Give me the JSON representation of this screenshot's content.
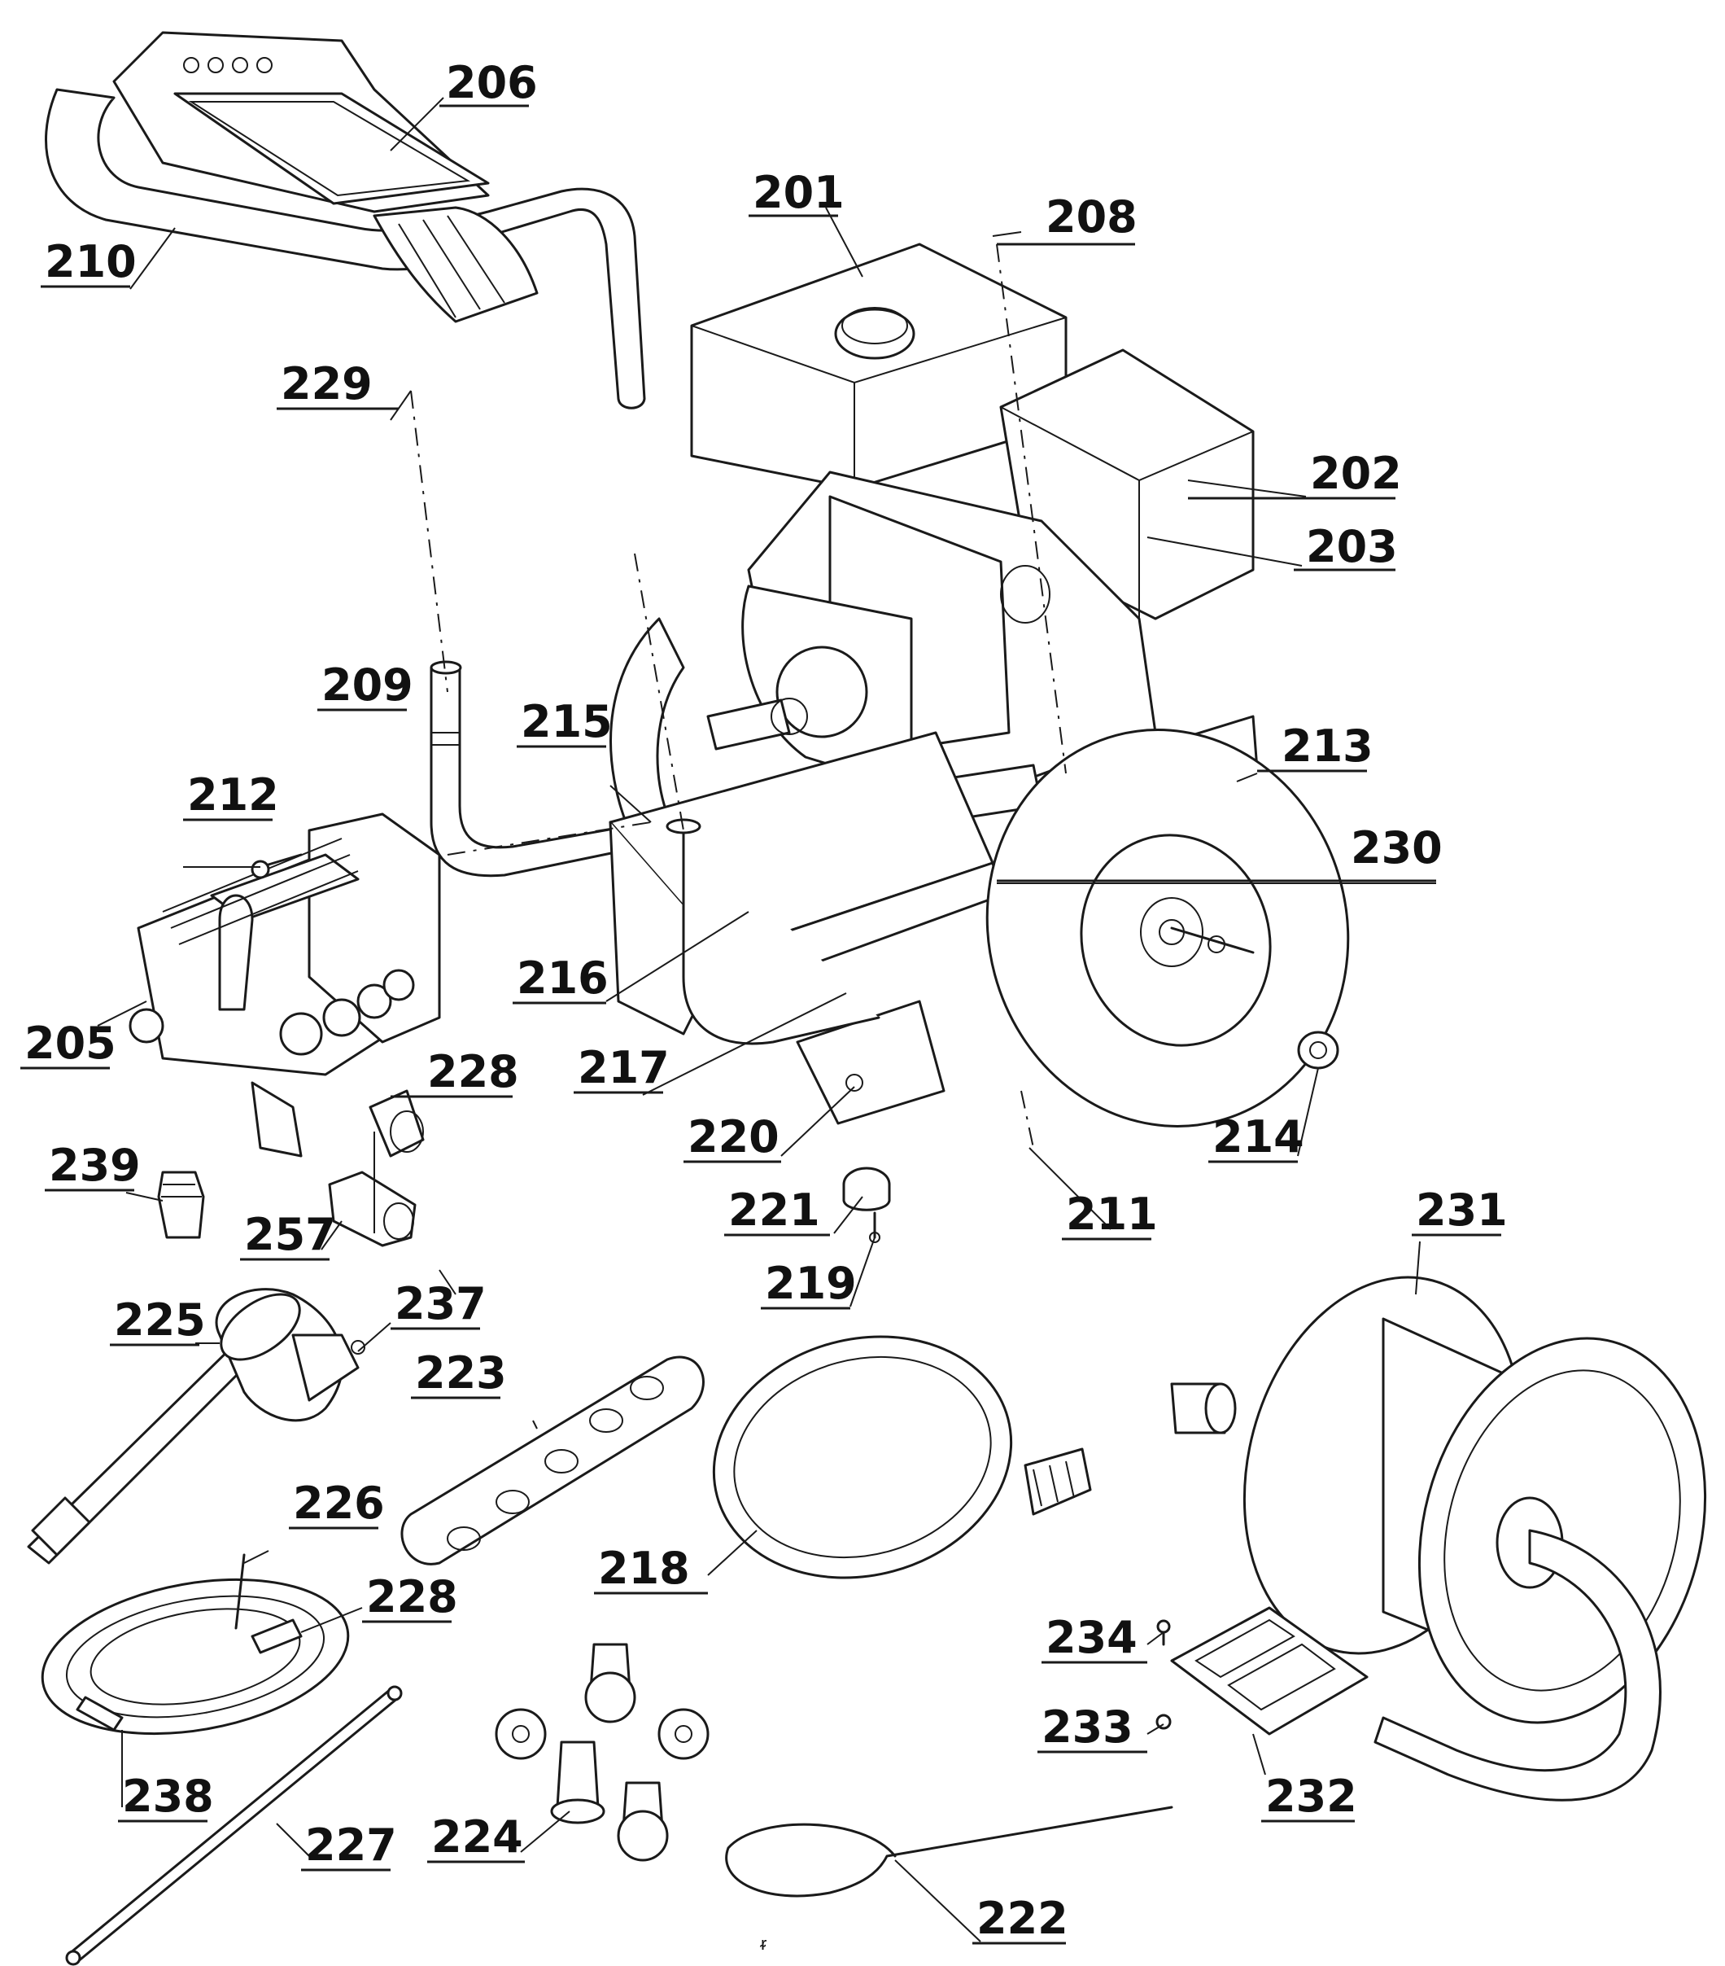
{
  "diagram": {
    "title": "",
    "callouts": [
      {
        "id": "c201",
        "label": "201"
      },
      {
        "id": "c202",
        "label": "202"
      },
      {
        "id": "c203",
        "label": "203"
      },
      {
        "id": "c205",
        "label": "205"
      },
      {
        "id": "c206",
        "label": "206"
      },
      {
        "id": "c208",
        "label": "208"
      },
      {
        "id": "c209",
        "label": "209"
      },
      {
        "id": "c210",
        "label": "210"
      },
      {
        "id": "c211",
        "label": "211"
      },
      {
        "id": "c212",
        "label": "212"
      },
      {
        "id": "c213",
        "label": "213"
      },
      {
        "id": "c214",
        "label": "214"
      },
      {
        "id": "c215",
        "label": "215"
      },
      {
        "id": "c216",
        "label": "216"
      },
      {
        "id": "c217",
        "label": "217"
      },
      {
        "id": "c218",
        "label": "218"
      },
      {
        "id": "c219",
        "label": "219"
      },
      {
        "id": "c220",
        "label": "220"
      },
      {
        "id": "c221",
        "label": "221"
      },
      {
        "id": "c222",
        "label": "222"
      },
      {
        "id": "c223",
        "label": "223"
      },
      {
        "id": "c224",
        "label": "224"
      },
      {
        "id": "c225",
        "label": "225"
      },
      {
        "id": "c226",
        "label": "226"
      },
      {
        "id": "c227",
        "label": "227"
      },
      {
        "id": "c228a",
        "label": "228"
      },
      {
        "id": "c228b",
        "label": "228"
      },
      {
        "id": "c229",
        "label": "229"
      },
      {
        "id": "c230",
        "label": "230"
      },
      {
        "id": "c231",
        "label": "231"
      },
      {
        "id": "c232",
        "label": "232"
      },
      {
        "id": "c233",
        "label": "233"
      },
      {
        "id": "c234",
        "label": "234"
      },
      {
        "id": "c237",
        "label": "237"
      },
      {
        "id": "c238",
        "label": "238"
      },
      {
        "id": "c239",
        "label": "239"
      },
      {
        "id": "c257",
        "label": "257"
      }
    ],
    "footer_mark": "ᵲ"
  }
}
